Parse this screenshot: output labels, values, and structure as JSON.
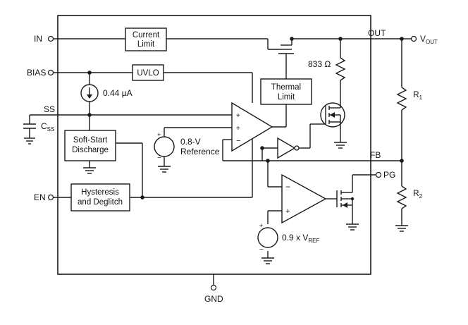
{
  "pins": {
    "in": "IN",
    "bias": "BIAS",
    "ss": "SS",
    "en": "EN",
    "gnd": "GND",
    "out": "OUT",
    "fb": "FB",
    "pg": "PG"
  },
  "vout": {
    "main": "V",
    "sub": "OUT"
  },
  "css": {
    "main": "C",
    "sub": "SS"
  },
  "blocks": {
    "current_limit": [
      "Current",
      "Limit"
    ],
    "uvlo": "UVLO",
    "thermal_limit": [
      "Thermal",
      "Limit"
    ],
    "soft_start": [
      "Soft-Start",
      "Discharge"
    ],
    "hysteresis": [
      "Hysteresis",
      "and Deglitch"
    ]
  },
  "current_source": "0.44 µA",
  "reference": {
    "line1": "0.8-V",
    "line2": "Reference"
  },
  "pg_reference": {
    "main": "0.9 x V",
    "sub": "REF"
  },
  "resistor": "833 Ω",
  "r1": {
    "main": "R",
    "sub": "1"
  },
  "r2": {
    "main": "R",
    "sub": "2"
  },
  "signs": {
    "plus": "+",
    "minus": "−"
  }
}
